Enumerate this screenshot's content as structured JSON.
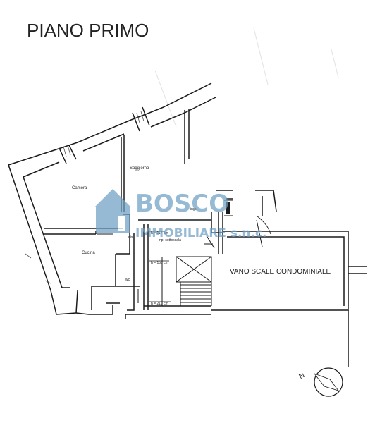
{
  "title": "PIANO PRIMO",
  "rooms": {
    "camera": "Camera",
    "soggiorno": "Soggiorno",
    "cucina": "Cucina",
    "ingr": "ingr.",
    "dis": "dis.",
    "wc": "wc",
    "np_sottoscala": "np. sottoscala",
    "vano_scale": "VANO SCALE CONDOMINIALE"
  },
  "heights": {
    "h117": "h = 117 cm",
    "h150": "h = 150 cm",
    "h210": "h = 210 cm"
  },
  "watermark": {
    "brand": "BOSCO",
    "subtitle": "IMMOBILIARE s.n.c."
  },
  "compass": {
    "label": "N"
  },
  "colors": {
    "wall": "#1a1a1a",
    "watermark": "#6f9fc4"
  }
}
